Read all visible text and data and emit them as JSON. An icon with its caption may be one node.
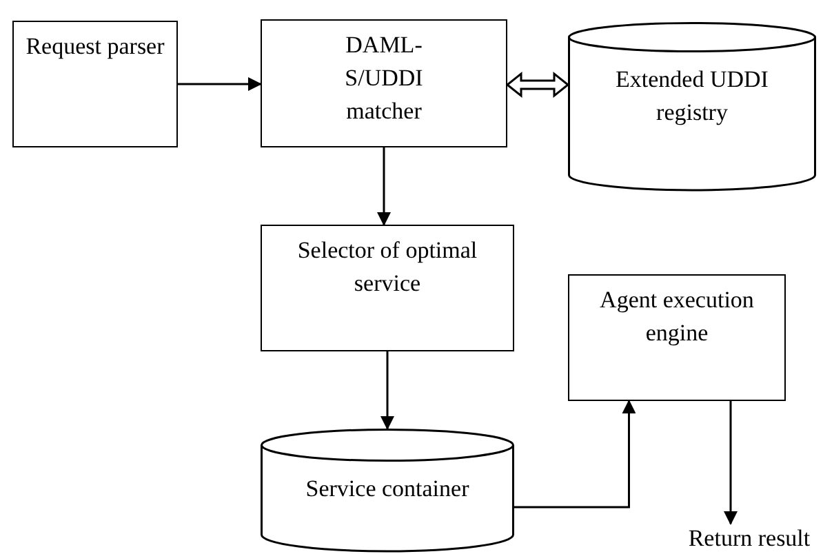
{
  "diagram": {
    "nodes": [
      {
        "text": [
          "Request parser"
        ]
      },
      {
        "text": [
          "DAML-S/UDDI matcher"
        ]
      },
      {
        "text": [
          "Extended UDDI registry"
        ]
      },
      {
        "text": [
          "Selector of optimal service"
        ]
      },
      {
        "text": [
          "Agent execution engine"
        ]
      },
      {
        "text": [
          "Service container"
        ]
      },
      {
        "text": [
          "Return result"
        ]
      }
    ],
    "edges": [
      {
        "from": 0,
        "to": 1,
        "arrow": "to"
      },
      {
        "from": 1,
        "to": 2,
        "arrow": "both",
        "style": "thick"
      },
      {
        "from": 1,
        "to": 3,
        "arrow": "to"
      },
      {
        "from": 3,
        "to": 5,
        "arrow": "to"
      },
      {
        "from": 5,
        "to": 4,
        "arrow": "to"
      },
      {
        "from": 4,
        "to": 6,
        "arrow": "to"
      }
    ]
  }
}
